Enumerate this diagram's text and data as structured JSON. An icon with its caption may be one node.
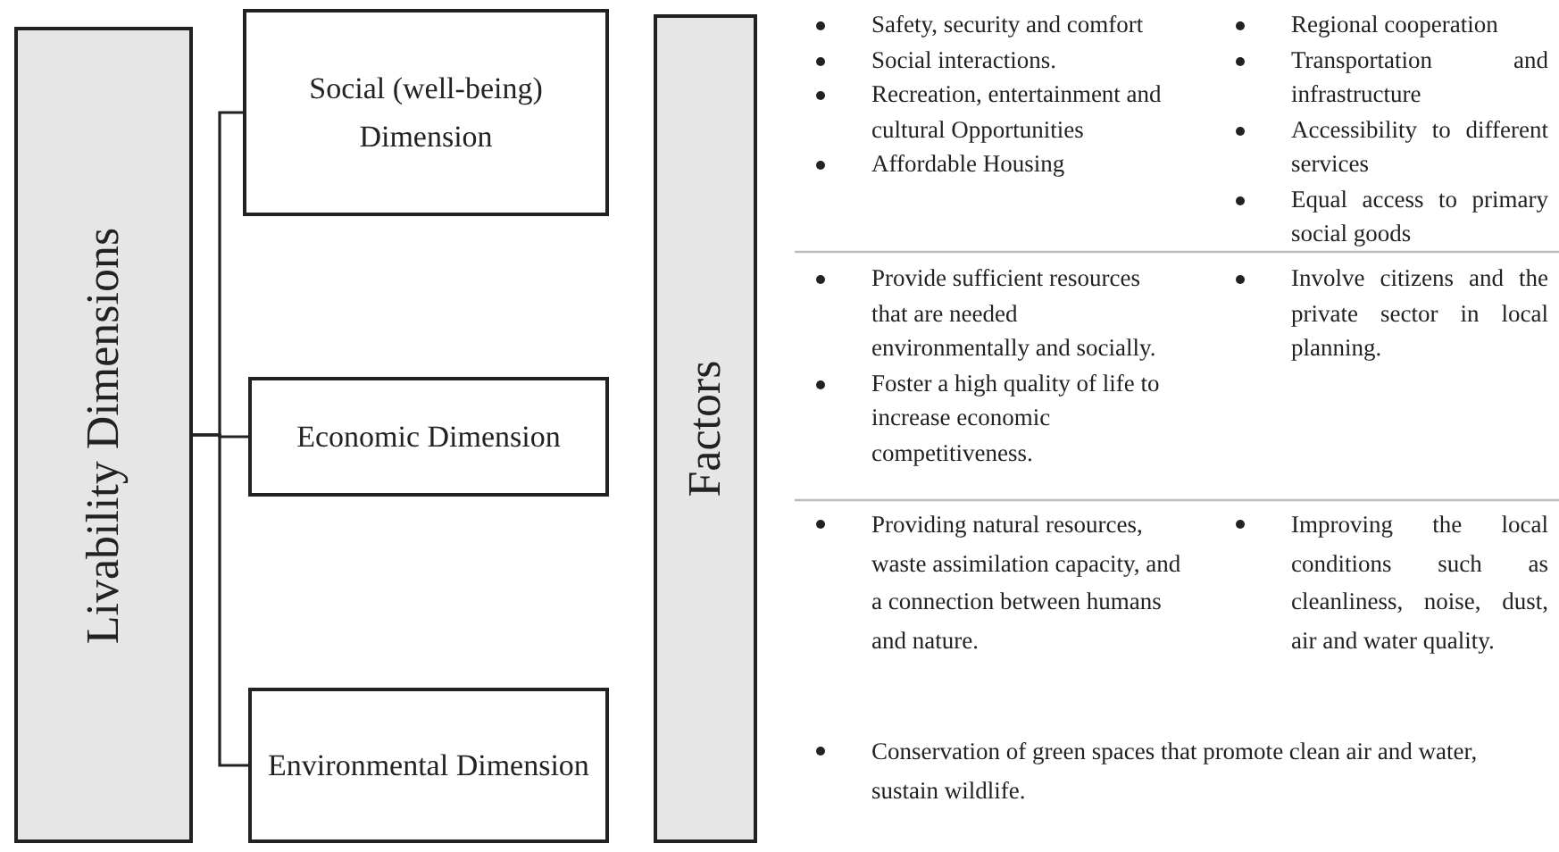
{
  "diagram": {
    "nodes": [
      {
        "text": [
          "Livability Dimensions"
        ]
      },
      {
        "text": [
          "Social (well-being) Dimension"
        ]
      },
      {
        "text": [
          "Economic Dimension"
        ]
      },
      {
        "text": [
          "Environmental Dimension"
        ]
      },
      {
        "text": [
          "Factors"
        ]
      }
    ],
    "edges": [
      {
        "from": 0,
        "to": 1,
        "arrow": "none"
      },
      {
        "from": 0,
        "to": 2,
        "arrow": "none"
      },
      {
        "from": 0,
        "to": 3,
        "arrow": "none"
      }
    ],
    "labels": [
      "Safety, security and comfort",
      "Social interactions.",
      "Recreation, entertainment and cultural Opportunities",
      "Affordable Housing",
      "Regional cooperation",
      "Transportation and infrastructure",
      "Accessibility to different services",
      "Equal access to primary social goods",
      "Provide sufficient resources that are needed environmentally and socially.",
      "Foster a high quality of life to increase economic competitiveness.",
      "Involve citizens and the private sector in local planning.",
      "Providing natural resources, waste assimilation capacity, and a connection between humans and nature.",
      "Improving the local conditions such as cleanliness, noise, dust, air and water quality.",
      "Conservation of green spaces that promote clean air and water, sustain wildlife."
    ]
  }
}
